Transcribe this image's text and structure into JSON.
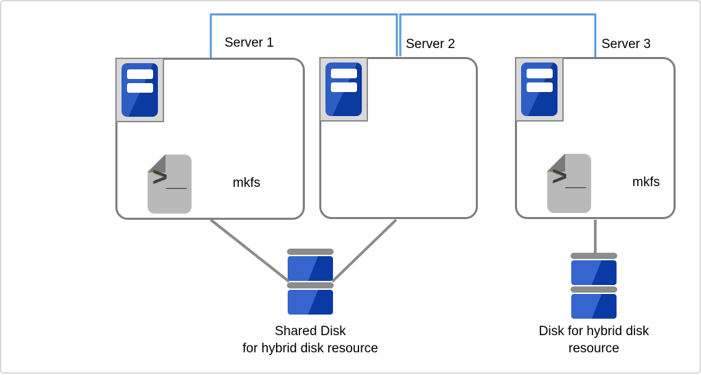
{
  "diagram": {
    "title_note": "three-server cluster with hybrid disk resources",
    "servers": [
      {
        "name": "Server 1",
        "script": {
          "label": "mkfs",
          "prompt_glyph": ">",
          "cursor_glyph": "_"
        }
      },
      {
        "name": "Server 2"
      },
      {
        "name": "Server 3",
        "script": {
          "label": "mkfs",
          "prompt_glyph": ">",
          "cursor_glyph": "_"
        }
      }
    ],
    "disks": [
      {
        "caption_line1": "Shared Disk",
        "caption_line2": "for hybrid disk resource"
      },
      {
        "caption_line1": "Disk for hybrid disk",
        "caption_line2": "resource"
      }
    ],
    "colors": {
      "interconnect_blue": "#5b9bd5",
      "connector_gray": "#8c8c8c",
      "box_border_gray": "#7f7f7f",
      "server_tower_blue_light": "#2d5ec4",
      "server_tower_blue_dark": "#0b3ba1",
      "disk_blue_light": "#3565cd",
      "disk_blue_dark": "#0a3aa5",
      "script_page_gray": "#b9b9b9",
      "script_fold_gray": "#7a7a7a"
    }
  }
}
